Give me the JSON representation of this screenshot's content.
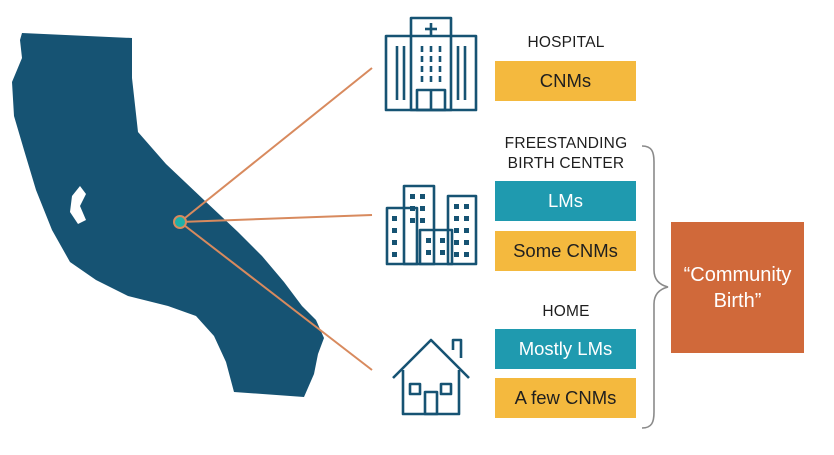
{
  "colors": {
    "state_fill": "#165373",
    "connector": "#d88a5e",
    "location_dot": "#1fb0a8",
    "gold": "#f4b93e",
    "teal": "#1f9aaf",
    "community": "#d0693a",
    "icon_stroke": "#165373"
  },
  "map": {
    "region": "California",
    "marker": "location-dot"
  },
  "settings": [
    {
      "id": "hospital",
      "icon": "hospital-icon",
      "heading_lines": [
        "HOSPITAL"
      ],
      "providers": [
        {
          "label": "CNMs",
          "style": "gold"
        }
      ]
    },
    {
      "id": "birth-center",
      "icon": "office-buildings-icon",
      "heading_lines": [
        "FREESTANDING",
        "BIRTH CENTER"
      ],
      "providers": [
        {
          "label": "LMs",
          "style": "teal"
        },
        {
          "label": "Some CNMs",
          "style": "gold"
        }
      ]
    },
    {
      "id": "home",
      "icon": "house-icon",
      "heading_lines": [
        "HOME"
      ],
      "providers": [
        {
          "label": "Mostly LMs",
          "style": "teal"
        },
        {
          "label": "A few CNMs",
          "style": "gold"
        }
      ]
    }
  ],
  "community_birth": {
    "lines": [
      "“Community",
      "Birth”"
    ]
  }
}
